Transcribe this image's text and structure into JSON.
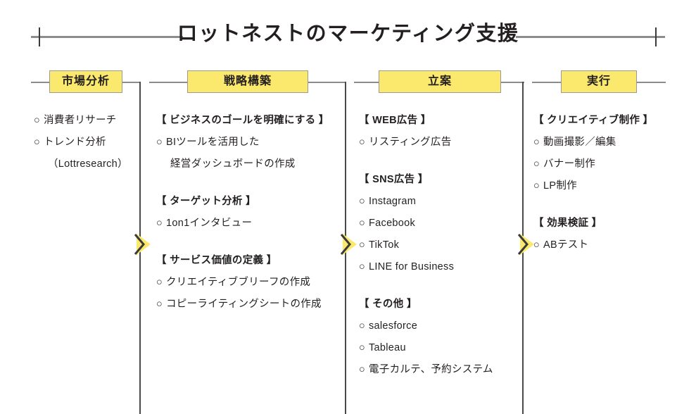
{
  "title": "ロットネストのマーケティング支援",
  "theme": {
    "header_fill": "#fbe96e",
    "header_border": "#9a9a9a",
    "rule_color": "#8c8c8c",
    "divider_color": "#4a4a4a",
    "text_color": "#231f20",
    "chevron_fill": "#fbe96e",
    "chevron_stroke": "#3a3a3a"
  },
  "bullet": "○",
  "columns": [
    {
      "id": "market-analysis",
      "header": "市場分析",
      "items": [
        {
          "type": "bullet",
          "text": "消費者リサーチ"
        },
        {
          "type": "bullet",
          "text": "トレンド分析"
        },
        {
          "type": "indent",
          "text": "（Lottresearch）"
        }
      ]
    },
    {
      "id": "strategy-building",
      "header": "戦略構築",
      "items": [
        {
          "type": "group",
          "text": "【 ビジネスのゴールを明確にする 】"
        },
        {
          "type": "bullet",
          "text": "BIツールを活用した"
        },
        {
          "type": "indent",
          "text": "経営ダッシュボードの作成"
        },
        {
          "type": "spacer",
          "text": ""
        },
        {
          "type": "group",
          "text": "【 ターゲット分析 】"
        },
        {
          "type": "bullet",
          "text": "1on1インタビュー"
        },
        {
          "type": "spacer",
          "text": ""
        },
        {
          "type": "group",
          "text": "【 サービス価値の定義 】"
        },
        {
          "type": "bullet",
          "text": "クリエイティブブリーフの作成"
        },
        {
          "type": "bullet",
          "text": "コピーライティングシートの作成"
        }
      ]
    },
    {
      "id": "planning",
      "header": "立案",
      "items": [
        {
          "type": "group",
          "text": "【 WEB広告 】"
        },
        {
          "type": "bullet",
          "text": "リスティング広告"
        },
        {
          "type": "spacer",
          "text": ""
        },
        {
          "type": "group",
          "text": "【 SNS広告 】"
        },
        {
          "type": "bullet",
          "text": "Instagram"
        },
        {
          "type": "bullet",
          "text": "Facebook"
        },
        {
          "type": "bullet",
          "text": "TikTok"
        },
        {
          "type": "bullet",
          "text": "LINE for Business"
        },
        {
          "type": "spacer",
          "text": ""
        },
        {
          "type": "group",
          "text": "【 その他 】"
        },
        {
          "type": "bullet",
          "text": "salesforce"
        },
        {
          "type": "bullet",
          "text": "Tableau"
        },
        {
          "type": "bullet",
          "text": "電子カルテ、予約システム"
        }
      ]
    },
    {
      "id": "execution",
      "header": "実行",
      "items": [
        {
          "type": "group",
          "text": "【 クリエイティブ制作 】"
        },
        {
          "type": "bullet",
          "text": "動画撮影／編集"
        },
        {
          "type": "bullet",
          "text": "バナー制作"
        },
        {
          "type": "bullet",
          "text": "LP制作"
        },
        {
          "type": "spacer",
          "text": ""
        },
        {
          "type": "group",
          "text": "【 効果検証 】"
        },
        {
          "type": "bullet",
          "text": "ABテスト"
        }
      ]
    }
  ]
}
